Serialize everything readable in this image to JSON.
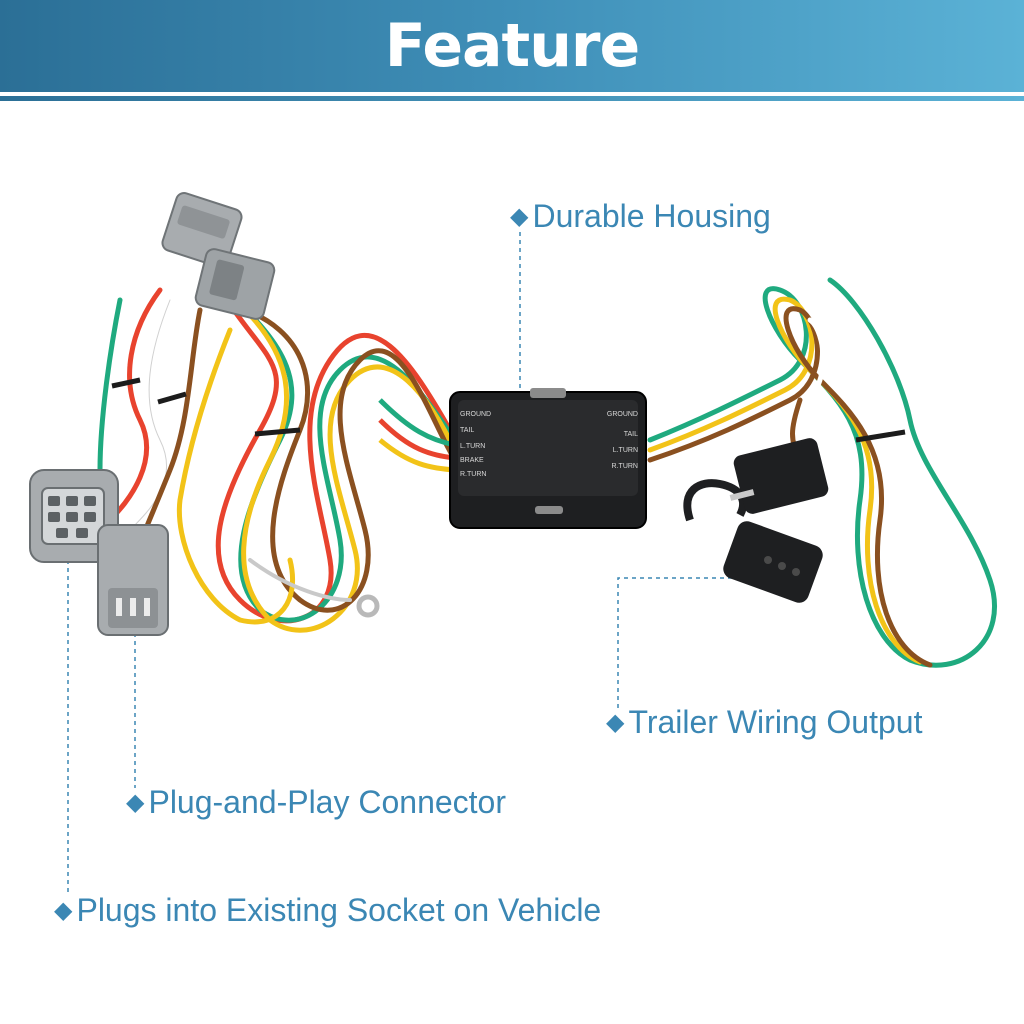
{
  "header": {
    "title": "Feature"
  },
  "callouts": {
    "housing": "Durable Housing",
    "output": "Trailer Wiring Output",
    "connector": "Plug-and-Play Connector",
    "socket": "Plugs into Existing Socket on Vehicle"
  },
  "module": {
    "left_labels": [
      "GROUND",
      "TAIL",
      "L.TURN",
      "BRAKE",
      "R.TURN"
    ],
    "right_labels": [
      "GROUND",
      "TAIL",
      "L.TURN",
      "R.TURN"
    ]
  },
  "colors": {
    "accent": "#3b87b4",
    "banner_start": "#2b6f96",
    "banner_end": "#5bb2d6"
  },
  "icons": {
    "bullet": "diamond-icon"
  }
}
